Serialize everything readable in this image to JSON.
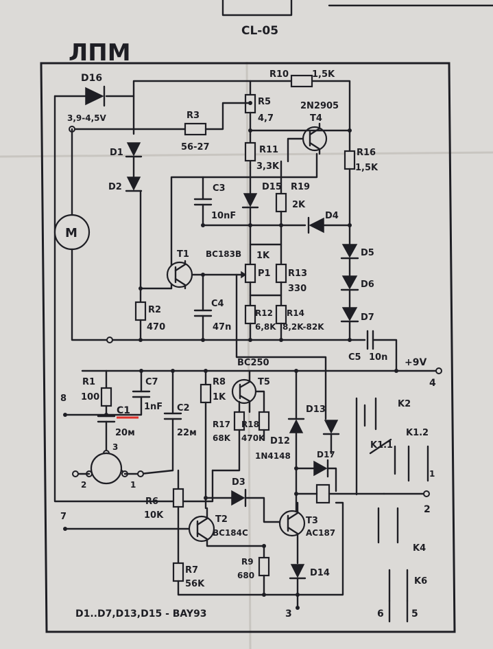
{
  "title": "ЛПМ",
  "top_label": "CL-05",
  "footer": "D1..D7,D13,D15 - BAY93",
  "components": {
    "D16": {
      "name": "D16",
      "value": "3,9-4,5V"
    },
    "R10": {
      "name": "R10",
      "value": "1,5K"
    },
    "R5": {
      "name": "R5",
      "value": "4,7"
    },
    "T4": {
      "name": "T4",
      "value": "2N2905"
    },
    "R3": {
      "name": "R3",
      "value": "56-27"
    },
    "R11": {
      "name": "R11",
      "value": "3,3K"
    },
    "R16": {
      "name": "R16",
      "value": "1,5K"
    },
    "D1": {
      "name": "D1"
    },
    "D2": {
      "name": "D2"
    },
    "C3": {
      "name": "C3",
      "value": "10nF"
    },
    "D15": {
      "name": "D15"
    },
    "R19": {
      "name": "R19",
      "value": "2K"
    },
    "D4": {
      "name": "D4"
    },
    "M": {
      "name": "M"
    },
    "T1": {
      "name": "T1",
      "value": "BC183B"
    },
    "P1": {
      "name": "P1",
      "value": "1K"
    },
    "R13": {
      "name": "R13",
      "value": "330"
    },
    "D5": {
      "name": "D5"
    },
    "D6": {
      "name": "D6"
    },
    "D7": {
      "name": "D7"
    },
    "R2": {
      "name": "R2",
      "value": "470"
    },
    "C4": {
      "name": "C4",
      "value": "47n"
    },
    "R12": {
      "name": "R12",
      "value": "6,8K"
    },
    "R14": {
      "name": "R14",
      "value": "8,2K-82K"
    },
    "C5": {
      "name": "C5",
      "value": "10n"
    },
    "T5": {
      "name": "T5",
      "value": "BC250"
    },
    "R1": {
      "name": "R1",
      "value": "100"
    },
    "C7": {
      "name": "C7",
      "value": "1nF"
    },
    "C2": {
      "name": "C2",
      "value": "22м"
    },
    "R8": {
      "name": "R8",
      "value": "1K"
    },
    "C1": {
      "name": "C1",
      "value": "20м"
    },
    "R17": {
      "name": "R17",
      "value": "68K"
    },
    "R18": {
      "name": "R18",
      "value": "470K"
    },
    "D12": {
      "name": "D12",
      "value": "1N4148"
    },
    "D13": {
      "name": "D13"
    },
    "D17": {
      "name": "D17"
    },
    "K2": {
      "name": "K2"
    },
    "K11": {
      "name": "K1.1"
    },
    "K12": {
      "name": "K1.2"
    },
    "R6": {
      "name": "R6",
      "value": "10K"
    },
    "D3": {
      "name": "D3"
    },
    "T2": {
      "name": "T2",
      "value": "BC184C"
    },
    "T3": {
      "name": "T3",
      "value": "AC187"
    },
    "K4": {
      "name": "K4"
    },
    "R7": {
      "name": "R7",
      "value": "56K"
    },
    "R9": {
      "name": "R9",
      "value": "680"
    },
    "D14": {
      "name": "D14"
    },
    "K6": {
      "name": "K6"
    }
  },
  "supply": {
    "label": "+9V"
  },
  "terminals": {
    "t1": "1",
    "t2": "2",
    "t3": "3",
    "t4": "4",
    "t5": "5",
    "t6": "6",
    "t7": "7",
    "t8": "8",
    "sw1": "1",
    "sw2": "2",
    "sw3": "3",
    "sw_right": "1",
    "sw_right2": "2"
  },
  "colors": {
    "ink": "#1e1e24",
    "paper": "#dcdad7",
    "mark": "#e0302a"
  }
}
